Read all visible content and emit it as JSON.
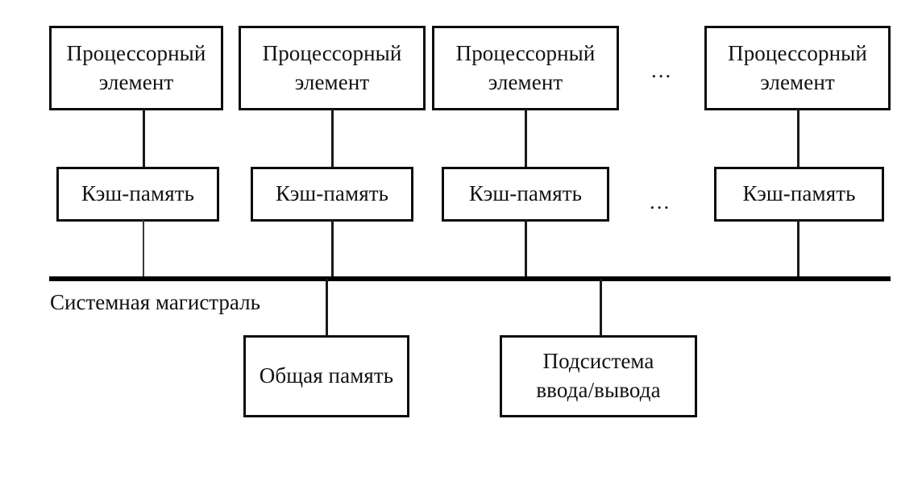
{
  "diagram": {
    "title_text": "Системная магистраль",
    "processor_elements": [
      {
        "label": "Процессорный\nэлемент"
      },
      {
        "label": "Процессорный\nэлемент"
      },
      {
        "label": "Процессорный\nэлемент"
      },
      {
        "label": "Процессорный\nэлемент"
      }
    ],
    "caches": [
      {
        "label": "Кэш-память"
      },
      {
        "label": "Кэш-память"
      },
      {
        "label": "Кэш-память"
      },
      {
        "label": "Кэш-память"
      }
    ],
    "ellipses": {
      "pe_row": "...",
      "cache_row": "..."
    },
    "bus": {
      "label": "Системная магистраль"
    },
    "peripherals": [
      {
        "label": "Общая память"
      },
      {
        "label": "Подсистема\nввода/вывода"
      }
    ],
    "colors": {
      "stroke": "#0d0d0d",
      "bus": "#000000",
      "text": "#121212",
      "background": "#ffffff"
    }
  }
}
